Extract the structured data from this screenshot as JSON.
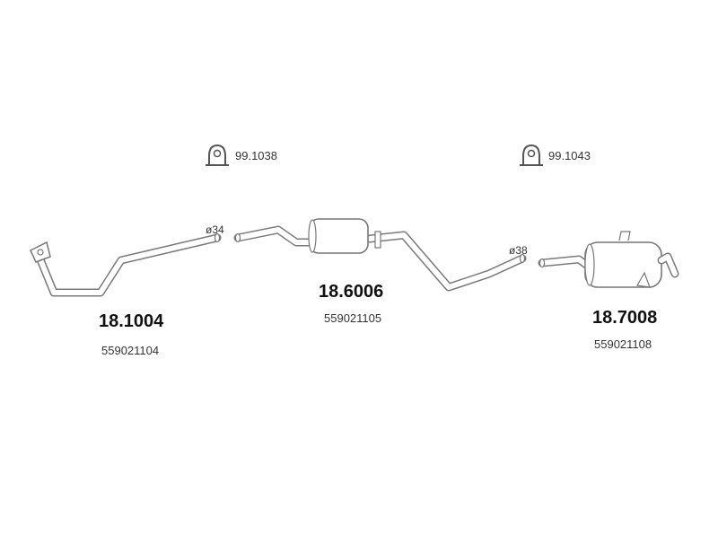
{
  "clamps": [
    {
      "icon": "pipe-clamp-icon",
      "part_no": "99.1038"
    },
    {
      "icon": "pipe-clamp-icon",
      "part_no": "99.1043"
    }
  ],
  "diameters": [
    "ø34",
    "ø38"
  ],
  "parts": [
    {
      "part_no": "18.1004",
      "oe_no": "559021104",
      "kind": "front-pipe"
    },
    {
      "part_no": "18.6006",
      "oe_no": "559021105",
      "kind": "middle-silencer"
    },
    {
      "part_no": "18.7008",
      "oe_no": "559021108",
      "kind": "rear-silencer"
    }
  ],
  "colors": {
    "outline": "#7a7a7a",
    "fill": "#ffffff",
    "text": "#222222"
  }
}
